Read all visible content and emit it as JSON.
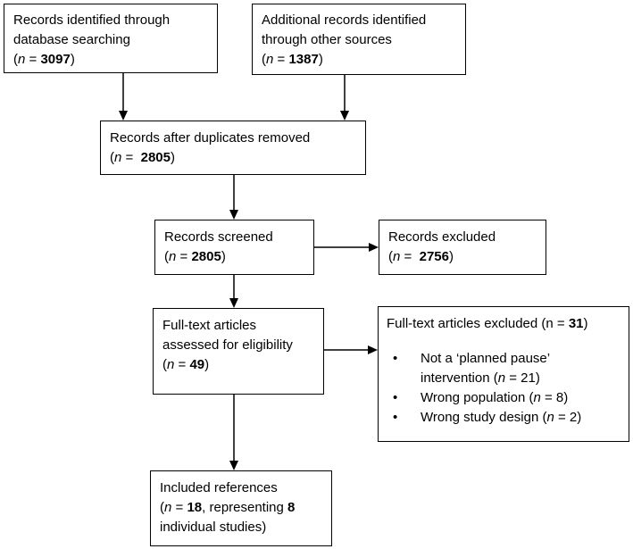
{
  "colors": {
    "background": "#ffffff",
    "box_border": "#000000",
    "text": "#000000",
    "arrow": "#000000"
  },
  "boxes": {
    "identified": {
      "line1": "Records identified through",
      "line2": "database searching",
      "stat": {
        "open": "(",
        "n": "n",
        "eq": " = ",
        "value": "3097",
        "close": ")"
      }
    },
    "additional": {
      "line1": "Additional records identified",
      "line2": "through other sources",
      "stat": {
        "open": "(",
        "n": "n",
        "eq": " = ",
        "value": "1387",
        "close": ")"
      }
    },
    "duplicates": {
      "line1": "Records after duplicates removed",
      "stat": {
        "open": "(",
        "n": "n",
        "eq": " =  ",
        "value": "2805",
        "close": ")"
      }
    },
    "screened": {
      "line1": "Records screened",
      "stat": {
        "open": "(",
        "n": "n",
        "eq": " = ",
        "value": "2805",
        "close": ")"
      }
    },
    "records_excluded": {
      "line1": "Records excluded",
      "stat": {
        "open": "(",
        "n": "n",
        "eq": " =  ",
        "value": "2756",
        "close": ")"
      }
    },
    "fulltext": {
      "line1": "Full-text articles",
      "line2": "assessed for eligibility",
      "stat": {
        "open": "(",
        "n": "n",
        "eq": " = ",
        "value": "49",
        "close": ")"
      }
    },
    "fulltext_excluded": {
      "title_pre": "Full-text articles excluded (n = ",
      "title_value": "31",
      "title_close": ")",
      "bullet_glyph": "•",
      "bullets": [
        {
          "line1": "Not a ‘planned pause’",
          "pre": "intervention (",
          "n": "n",
          "eq": " = ",
          "value": "21",
          "close": ")"
        },
        {
          "pre": "Wrong population (",
          "n": "n",
          "eq": " = ",
          "value": "8",
          "close": ")"
        },
        {
          "pre": "Wrong study design (",
          "n": "n",
          "eq": " = ",
          "value": "2",
          "close": ")"
        }
      ]
    },
    "included": {
      "line1": "Included references",
      "stat": {
        "open": "(",
        "n": "n",
        "eq": " = ",
        "v1": "18",
        "mid": ", representing ",
        "v2": "8"
      },
      "line3": "individual studies)"
    }
  }
}
